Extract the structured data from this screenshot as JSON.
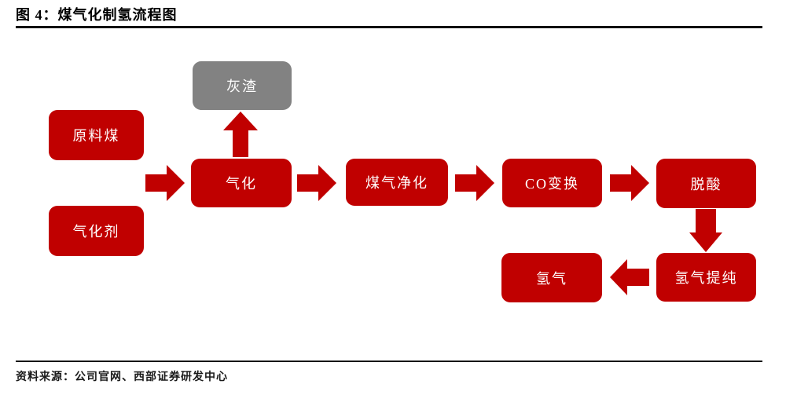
{
  "header": {
    "title": "图 4：煤气化制氢流程图"
  },
  "footer": {
    "source": "资料来源：公司官网、西部证券研发中心"
  },
  "colors": {
    "node_red": "#c00000",
    "node_gray": "#828282",
    "label_white": "#ffffff",
    "rule_dark": "#111111",
    "title_black": "#000000"
  },
  "flowchart": {
    "nodes": [
      {
        "id": "raw-coal",
        "label": "原料煤",
        "role": "input",
        "color": "red"
      },
      {
        "id": "gasifying-agent",
        "label": "气化剂",
        "role": "input",
        "color": "red"
      },
      {
        "id": "gasification",
        "label": "气化",
        "role": "process",
        "color": "red"
      },
      {
        "id": "ash-residue",
        "label": "灰渣",
        "role": "byproduct",
        "color": "gray"
      },
      {
        "id": "gas-purification",
        "label": "煤气净化",
        "role": "process",
        "color": "red"
      },
      {
        "id": "co-shift",
        "label": "CO变换",
        "role": "process",
        "color": "red"
      },
      {
        "id": "deacidification",
        "label": "脱酸",
        "role": "process",
        "color": "red"
      },
      {
        "id": "hydrogen-purification",
        "label": "氢气提纯",
        "role": "process",
        "color": "red"
      },
      {
        "id": "hydrogen",
        "label": "氢气",
        "role": "output",
        "color": "red"
      }
    ],
    "edges": [
      {
        "from": "raw-coal",
        "to": "gasification"
      },
      {
        "from": "gasifying-agent",
        "to": "gasification"
      },
      {
        "from": "gasification",
        "to": "ash-residue"
      },
      {
        "from": "gasification",
        "to": "gas-purification"
      },
      {
        "from": "gas-purification",
        "to": "co-shift"
      },
      {
        "from": "co-shift",
        "to": "deacidification"
      },
      {
        "from": "deacidification",
        "to": "hydrogen-purification"
      },
      {
        "from": "hydrogen-purification",
        "to": "hydrogen"
      }
    ]
  }
}
